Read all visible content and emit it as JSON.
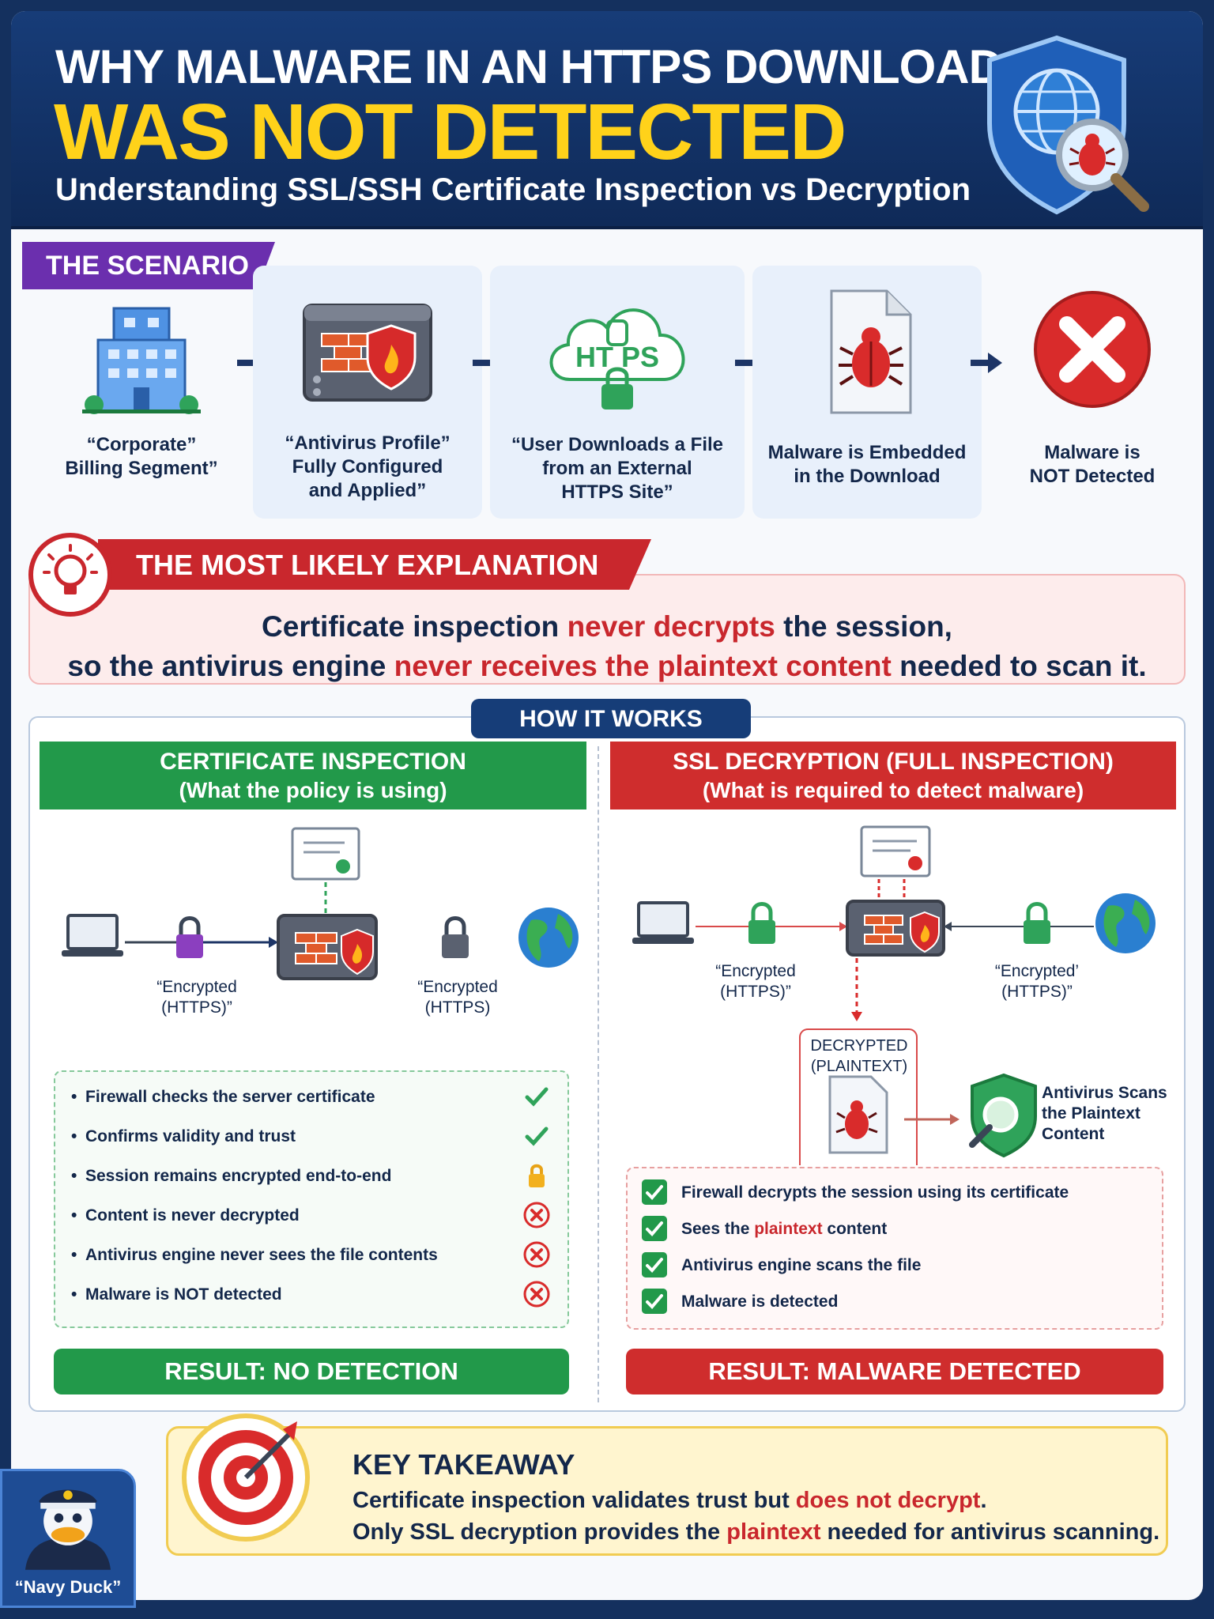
{
  "header": {
    "line1": "WHY MALWARE IN AN HTTPS DOWNLOAD",
    "line2": "WAS NOT DETECTED",
    "line3": "Understanding SSL/SSH Certificate Inspection vs Decryption"
  },
  "scenario": {
    "tag": "THE SCENARIO",
    "steps": [
      {
        "label": "“Corporate”\nBilling Segment”",
        "icon": "building-icon"
      },
      {
        "label": "“Antivirus Profile”\nFully Configured\nand Applied”",
        "icon": "firewall-icon"
      },
      {
        "label": "“User Downloads a File\nfrom an External\nHTTPS Site”",
        "icon": "https-cloud-icon",
        "icon_text": "HT PS"
      },
      {
        "label": "Malware is Embedded\nin the Download",
        "icon": "infected-file-icon"
      },
      {
        "label": "Malware is\nNOT Detected",
        "icon": "red-x-icon"
      }
    ]
  },
  "explanation": {
    "tag": "THE MOST LIKELY EXPLANATION",
    "line1_a": "Certificate inspection ",
    "line1_b": "never decrypts",
    "line1_c": " the session,",
    "line2_a": "so the antivirus engine ",
    "line2_b": "never receives the plaintext content",
    "line2_c": " needed to scan it."
  },
  "how": {
    "tag": "HOW IT WORKS",
    "left": {
      "title": "CERTIFICATE INSPECTION",
      "subtitle": "(What the policy is using)",
      "lbl_left": "“Encrypted\n(HTTPS)”",
      "lbl_right": "“Encrypted\n(HTTPS)",
      "items": [
        {
          "text": "Firewall checks the server certificate",
          "mark": "check"
        },
        {
          "text": "Confirms validity and trust",
          "mark": "check"
        },
        {
          "text": "Session remains encrypted end-to-end",
          "mark": "lock"
        },
        {
          "text": "Content is never decrypted",
          "mark": "x"
        },
        {
          "text": "Antivirus engine never sees the file contents",
          "mark": "x"
        },
        {
          "text": "Malware is NOT detected",
          "mark": "x"
        }
      ],
      "result": "RESULT: NO DETECTION"
    },
    "right": {
      "title": "SSL DECRYPTION (FULL INSPECTION)",
      "subtitle": "(What is required to detect malware)",
      "lbl_left": "“Encrypted\n(HTTPS)”",
      "lbl_right": "“Encrypted’\n(HTTPS)”",
      "decrypted": "DECRYPTED\n(PLAINTEXT)",
      "av_label": "Antivirus Scans\nthe Plaintext\nContent",
      "items": [
        {
          "text": "Firewall decrypts the session using its certificate"
        },
        {
          "text_a": "Sees the ",
          "text_b": "plaintext",
          "text_c": " content"
        },
        {
          "text": "Antivirus engine scans the file"
        },
        {
          "text": "Malware is detected"
        }
      ],
      "result": "RESULT: MALWARE DETECTED"
    }
  },
  "takeaway": {
    "title": "KEY TAKEAWAY",
    "l1_a": "Certificate inspection validates trust but ",
    "l1_b": "does not decrypt",
    "l1_c": ".",
    "l2_a": "Only SSL decryption provides the ",
    "l2_b": "plaintext",
    "l2_c": " needed for antivirus scanning."
  },
  "mascot": {
    "label": "“Navy Duck”"
  },
  "colors": {
    "navy": "#14305e",
    "yellow": "#ffd21a",
    "green": "#22994a",
    "red": "#cf2d2d",
    "purple": "#6b2fae"
  }
}
